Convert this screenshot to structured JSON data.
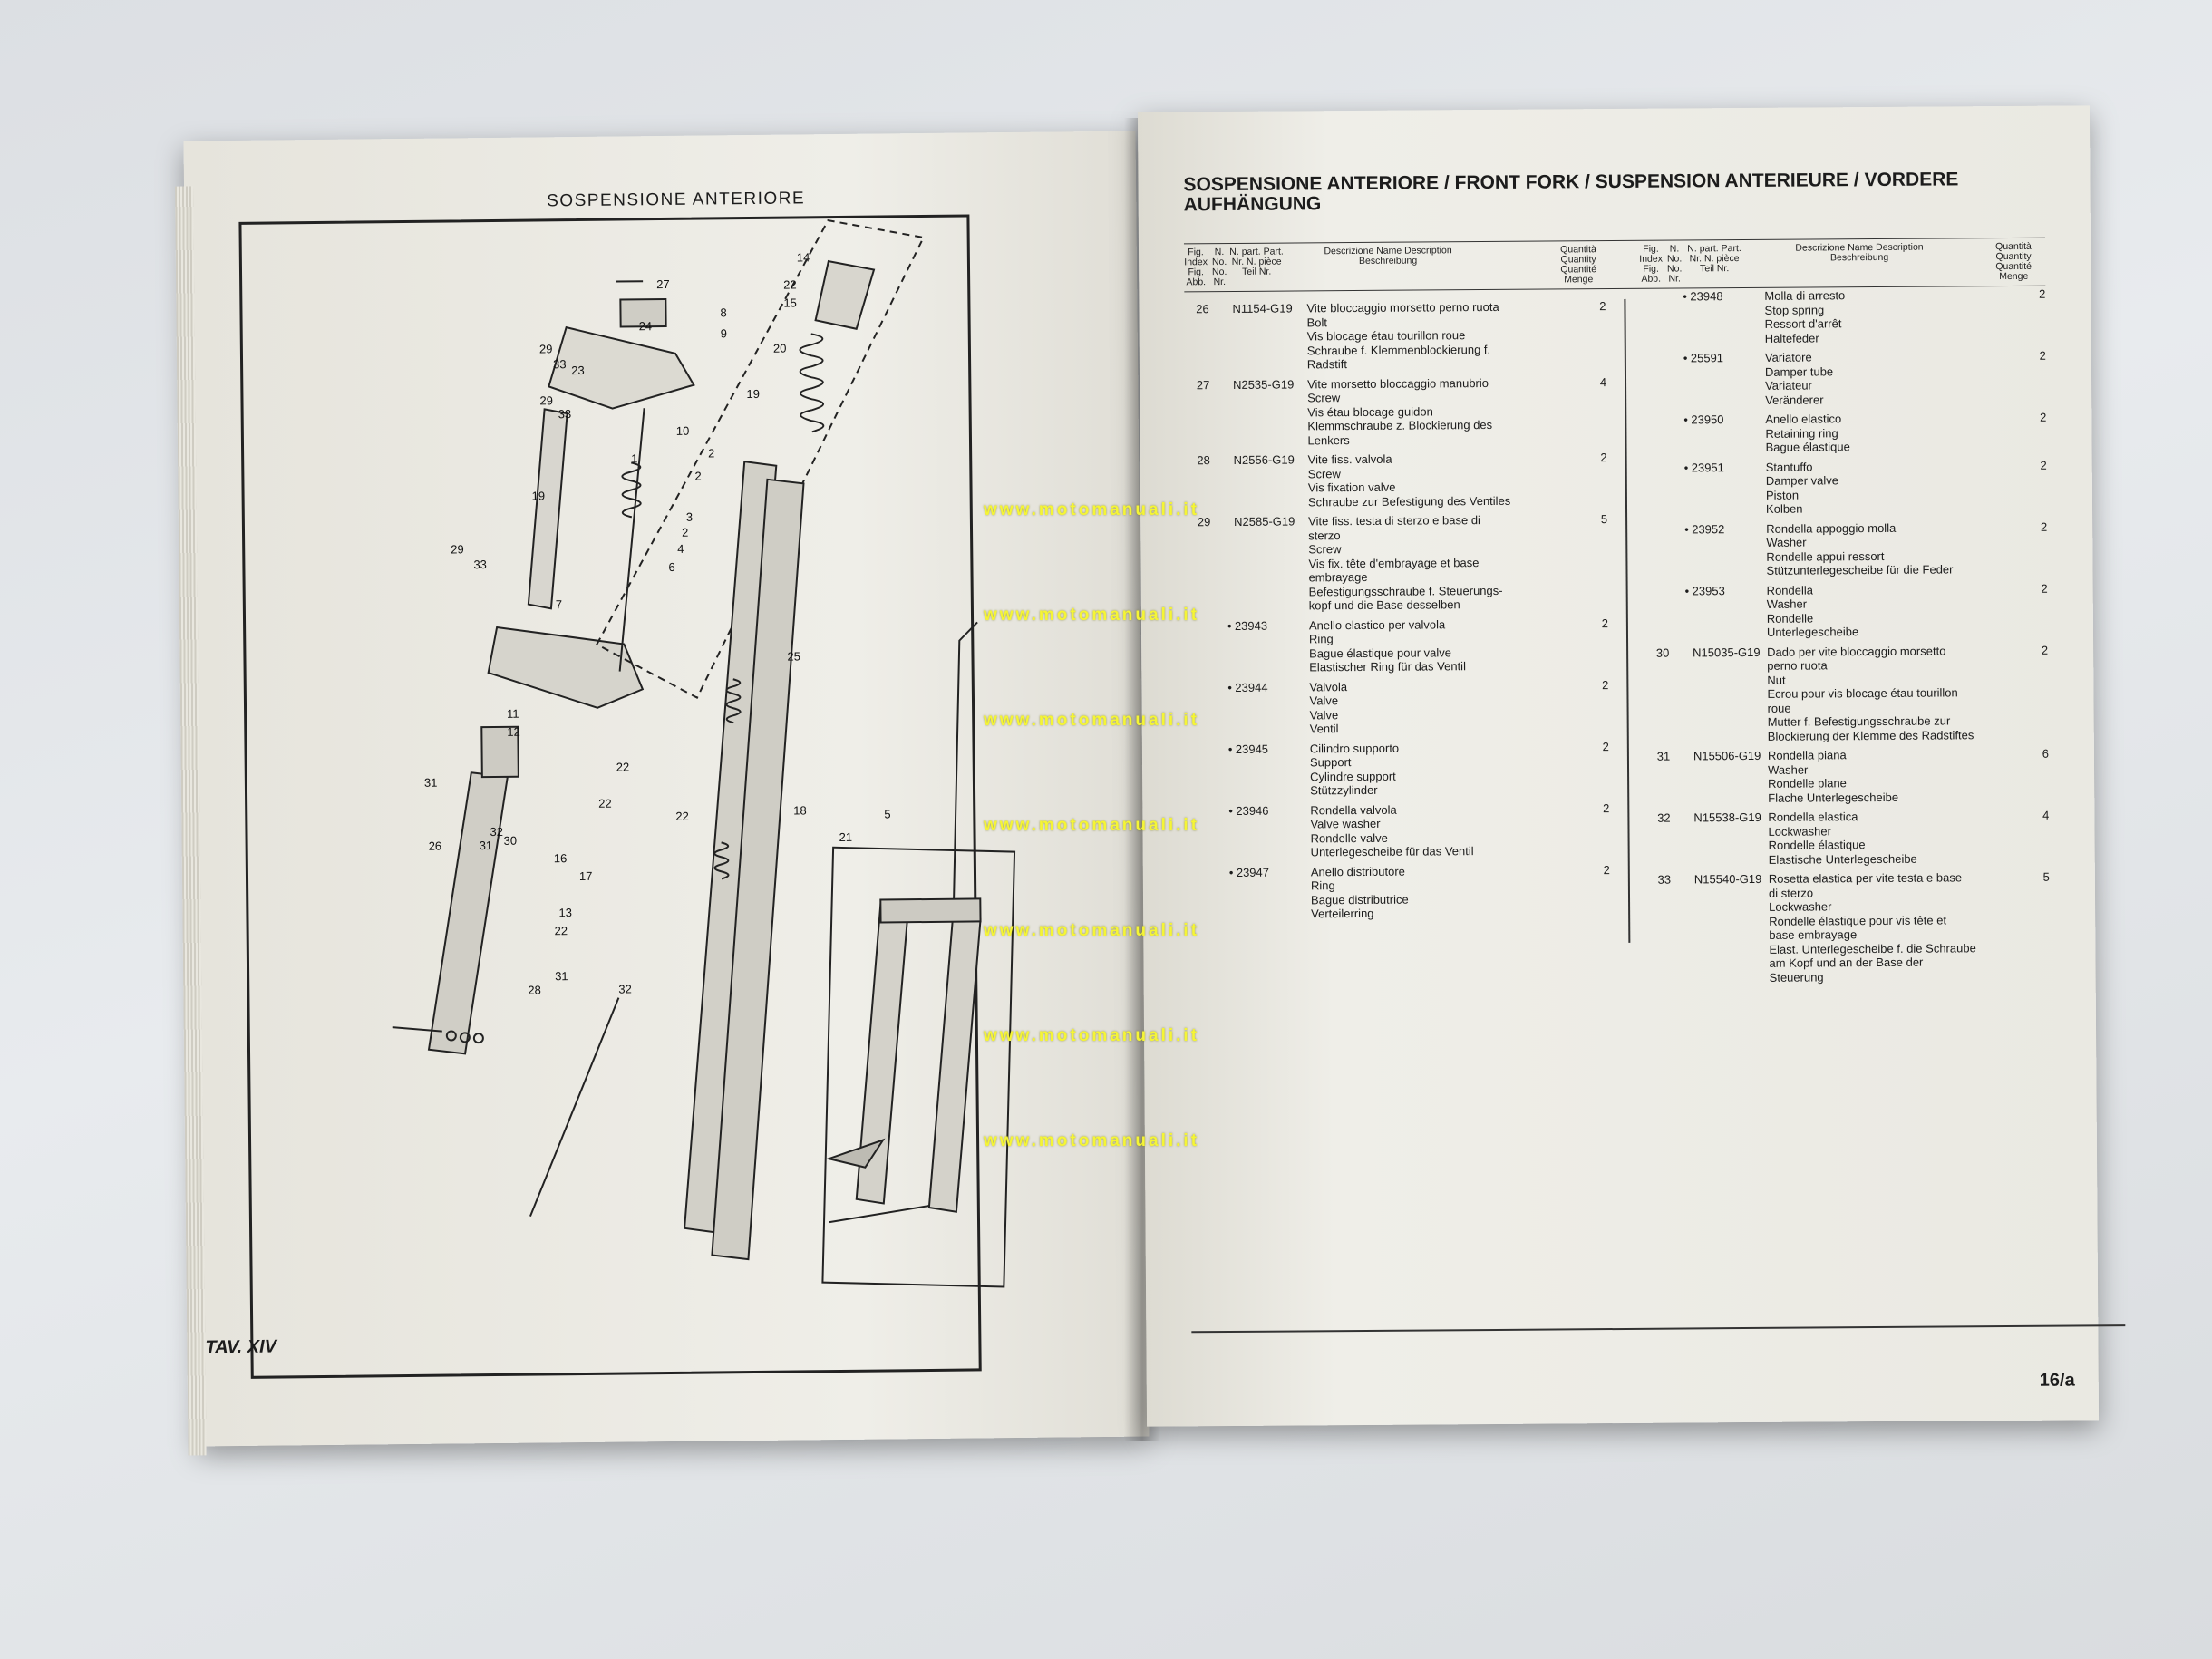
{
  "left_page": {
    "diagram_title": "SOSPENSIONE ANTERIORE",
    "plate_label": "TAV. XIV",
    "callouts": [
      "27",
      "8",
      "9",
      "24",
      "29",
      "33",
      "23",
      "29",
      "33",
      "10",
      "2",
      "1",
      "2",
      "19",
      "3",
      "2",
      "4",
      "6",
      "29",
      "33",
      "7",
      "14",
      "22",
      "15",
      "20",
      "19",
      "25",
      "11",
      "12",
      "31",
      "26",
      "32",
      "31",
      "30",
      "22",
      "22",
      "22",
      "16",
      "17",
      "18",
      "21",
      "5",
      "13",
      "22",
      "31",
      "28",
      "32"
    ]
  },
  "right_page": {
    "title": "SOSPENSIONE ANTERIORE / FRONT FORK / SUSPENSION ANTERIEURE / VORDERE AUFHÄNGUNG",
    "column_headers": {
      "fig": "Fig. Index Fig. Abb.",
      "no": "N. No. No. Nr.",
      "part": "N. part. Part. Nr. N. pièce Teil Nr.",
      "desc": "Descrizione Name Description Beschreibung",
      "qty": "Quantità Quantity Quantité Menge"
    },
    "left_entries": [
      {
        "fig": "26",
        "part": "N1154-G19",
        "qty": "2",
        "lines": [
          "Vite bloccaggio morsetto perno ruota",
          "Bolt",
          "Vis blocage étau tourillon roue",
          "Schraube f. Klemmenblockierung f.",
          "Radstift"
        ]
      },
      {
        "fig": "27",
        "part": "N2535-G19",
        "qty": "4",
        "lines": [
          "Vite morsetto bloccaggio manubrio",
          "Screw",
          "Vis étau blocage guidon",
          "Klemmschraube z. Blockierung des",
          "Lenkers"
        ]
      },
      {
        "fig": "28",
        "part": "N2556-G19",
        "qty": "2",
        "lines": [
          "Vite fiss. valvola",
          "Screw",
          "Vis fixation valve",
          "Schraube zur Befestigung des Ventiles"
        ]
      },
      {
        "fig": "29",
        "part": "N2585-G19",
        "qty": "5",
        "lines": [
          "Vite fiss. testa di sterzo e base di",
          "sterzo",
          "Screw",
          "Vis fix. tête d'embrayage et base",
          "embrayage",
          "Befestigungsschraube f. Steuerungs-",
          "kopf und die Base desselben"
        ]
      },
      {
        "fig": "",
        "part": "23943",
        "qty": "2",
        "bullet": true,
        "lines": [
          "Anello elastico per valvola",
          "Ring",
          "Bague élastique pour valve",
          "Elastischer Ring für das Ventil"
        ]
      },
      {
        "fig": "",
        "part": "23944",
        "qty": "2",
        "bullet": true,
        "lines": [
          "Valvola",
          "Valve",
          "Valve",
          "Ventil"
        ]
      },
      {
        "fig": "",
        "part": "23945",
        "qty": "2",
        "bullet": true,
        "lines": [
          "Cilindro supporto",
          "Support",
          "Cylindre support",
          "Stützzylinder"
        ]
      },
      {
        "fig": "",
        "part": "23946",
        "qty": "2",
        "bullet": true,
        "lines": [
          "Rondella valvola",
          "Valve washer",
          "Rondelle valve",
          "Unterlegescheibe für das Ventil"
        ]
      },
      {
        "fig": "",
        "part": "23947",
        "qty": "2",
        "bullet": true,
        "lines": [
          "Anello distributore",
          "Ring",
          "Bague distributrice",
          "Verteilerring"
        ]
      }
    ],
    "right_entries": [
      {
        "fig": "",
        "part": "23948",
        "qty": "2",
        "bullet": true,
        "lines": [
          "Molla di arresto",
          "Stop spring",
          "Ressort d'arrêt",
          "Haltefeder"
        ]
      },
      {
        "fig": "",
        "part": "25591",
        "qty": "2",
        "bullet": true,
        "lines": [
          "Variatore",
          "Damper tube",
          "Variateur",
          "Veränderer"
        ]
      },
      {
        "fig": "",
        "part": "23950",
        "qty": "2",
        "bullet": true,
        "lines": [
          "Anello elastico",
          "Retaining ring",
          "Bague élastique"
        ]
      },
      {
        "fig": "",
        "part": "23951",
        "qty": "2",
        "bullet": true,
        "lines": [
          "Stantuffo",
          "Damper valve",
          "Piston",
          "Kolben"
        ]
      },
      {
        "fig": "",
        "part": "23952",
        "qty": "2",
        "bullet": true,
        "lines": [
          "Rondella appoggio molla",
          "Washer",
          "Rondelle appui ressort",
          "Stützunterlegescheibe für die Feder"
        ]
      },
      {
        "fig": "",
        "part": "23953",
        "qty": "2",
        "bullet": true,
        "lines": [
          "Rondella",
          "Washer",
          "Rondelle",
          "Unterlegescheibe"
        ]
      },
      {
        "fig": "30",
        "part": "N15035-G19",
        "qty": "2",
        "lines": [
          "Dado per vite bloccaggio morsetto",
          "perno ruota",
          "Nut",
          "Ecrou pour vis blocage étau tourillon",
          "roue",
          "Mutter f. Befestigungsschraube zur",
          "Blockierung der Klemme des Radstiftes"
        ]
      },
      {
        "fig": "31",
        "part": "N15506-G19",
        "qty": "6",
        "lines": [
          "Rondella piana",
          "Washer",
          "Rondelle plane",
          "Flache Unterlegescheibe"
        ]
      },
      {
        "fig": "32",
        "part": "N15538-G19",
        "qty": "4",
        "lines": [
          "Rondella elastica",
          "Lockwasher",
          "Rondelle élastique",
          "Elastische Unterlegescheibe"
        ]
      },
      {
        "fig": "33",
        "part": "N15540-G19",
        "qty": "5",
        "lines": [
          "Rosetta elastica per vite testa e base",
          "di sterzo",
          "Lockwasher",
          "Rondelle élastique pour vis tête et",
          "base embrayage",
          "Elast. Unterlegescheibe f. die Schraube",
          "am Kopf und an der Base der",
          "Steuerung"
        ]
      }
    ],
    "page_number": "16/a"
  },
  "watermarks": [
    "www.motomanuali.it",
    "www.motomanuali.it",
    "www.motomanuali.it",
    "www.motomanuali.it",
    "www.motomanuali.it",
    "www.motomanuali.it",
    "www.motomanuali.it"
  ]
}
